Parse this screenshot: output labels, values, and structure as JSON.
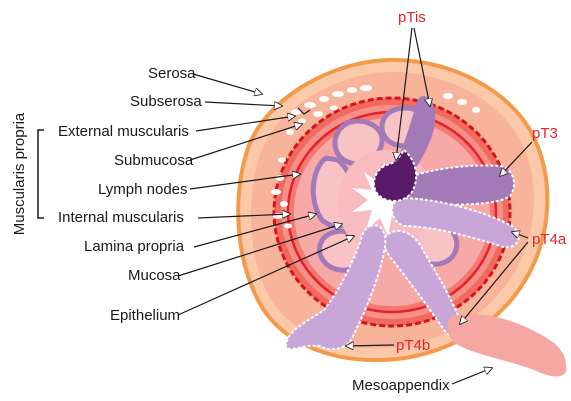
{
  "diagram": {
    "left_labels": {
      "serosa": "Serosa",
      "subserosa": "Subserosa",
      "external_muscularis": "External muscularis",
      "submucosa": "Submucosa",
      "lymph_nodes": "Lymph nodes",
      "internal_muscularis": "Internal muscularis",
      "lamina_propria": "Lamina propria",
      "mucosa": "Mucosa",
      "epithelium": "Epithelium"
    },
    "bracket_label": "Muscularis propria",
    "stage_labels": {
      "ptis": "pTis",
      "pt3": "pT3",
      "pt4a": "pT4a",
      "pt4b": "pT4b"
    },
    "mesoappendix": "Mesoappendix"
  },
  "colors": {
    "serosa_orange": "#f39a4a",
    "subserosa_pink": "#f7b49a",
    "muscle_red": "#e4202a",
    "submucosa_pink": "#f6a9a6",
    "mucosa_pink": "#f8bcc0",
    "lavender": "#c9a6d8",
    "purple_mid": "#a37ab8",
    "purple_dark": "#5a1a6a",
    "label_red": "#e8202a"
  }
}
